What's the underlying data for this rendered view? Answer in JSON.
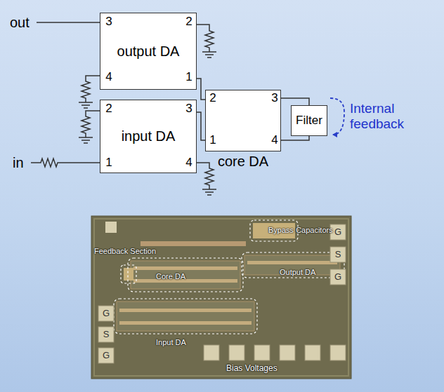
{
  "diagram": {
    "nodes": [
      {
        "text": [
          "output DA"
        ]
      },
      {
        "text": [
          "core DA"
        ]
      },
      {
        "text": [
          "Filter"
        ]
      },
      {
        "text": [
          "input DA"
        ]
      }
    ],
    "edges": [
      {
        "from": 0,
        "to": 1,
        "arrow": "none"
      },
      {
        "from": 3,
        "to": 1,
        "arrow": "none"
      },
      {
        "from": 1,
        "to": 2,
        "arrow": "none"
      },
      {
        "from": 1,
        "to": 2,
        "arrow": "none"
      }
    ],
    "labels": [
      "out",
      "3",
      "2",
      "4",
      "1",
      "2",
      "3",
      "1",
      "4",
      "Internal feedback",
      "2",
      "3",
      "1",
      "4",
      "in",
      "Bypass Capacitors",
      "Feedback Section",
      "Core DA",
      "Output DA",
      "G",
      "S",
      "G",
      "G",
      "S",
      "G",
      "Input DA",
      "Bias Voltages"
    ]
  }
}
